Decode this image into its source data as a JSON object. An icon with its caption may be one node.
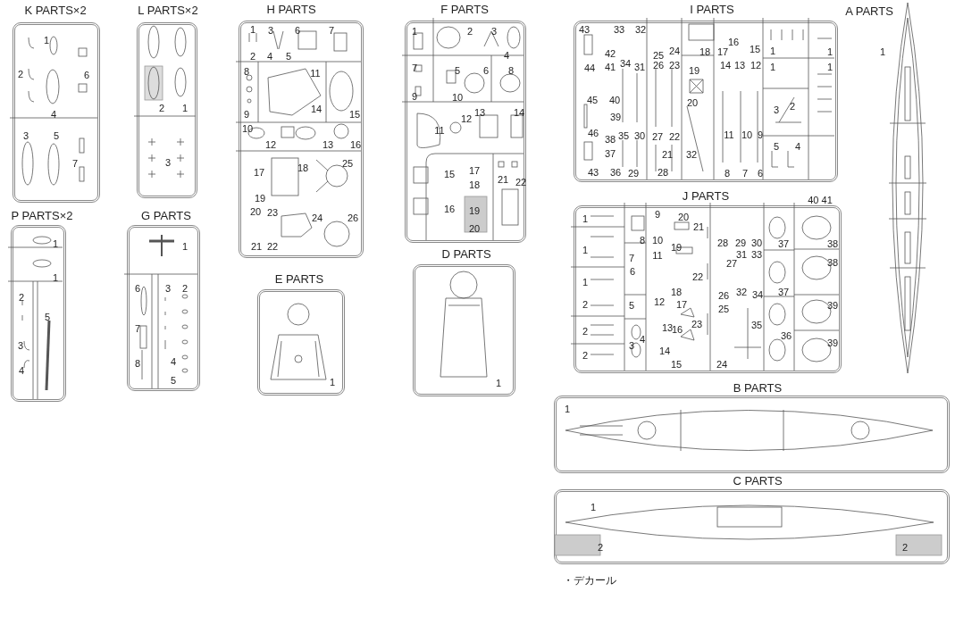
{
  "diagram": {
    "nodes": [
      {
        "text": [
          "K PARTS×2"
        ]
      },
      {
        "text": [
          "L PARTS×2"
        ]
      },
      {
        "text": [
          "H PARTS"
        ]
      },
      {
        "text": [
          "F PARTS"
        ]
      },
      {
        "text": [
          "I PARTS"
        ]
      },
      {
        "text": [
          "A PARTS"
        ],
        "beside": [
          "1"
        ]
      },
      {
        "text": [
          "J PARTS"
        ]
      },
      {
        "text": [
          "P PARTS×2"
        ]
      },
      {
        "text": [
          "G PARTS"
        ]
      },
      {
        "text": [
          "E PARTS"
        ]
      },
      {
        "text": [
          "D PARTS"
        ]
      },
      {
        "text": [
          "B PARTS"
        ]
      },
      {
        "text": [
          "C PARTS"
        ]
      }
    ],
    "labels": [
      "1",
      "2",
      "6",
      "4",
      "3",
      "5",
      "7",
      "2",
      "1",
      "3",
      "1",
      "3",
      "6",
      "7",
      "2",
      "4",
      "5",
      "8",
      "11",
      "14",
      "9",
      "15",
      "10",
      "12",
      "13",
      "16",
      "25",
      "18",
      "17",
      "19",
      "20",
      "23",
      "24",
      "26",
      "21",
      "22",
      "1",
      "2",
      "3",
      "4",
      "7",
      "5",
      "6",
      "8",
      "9",
      "10",
      "13",
      "14",
      "12",
      "11",
      "15",
      "17",
      "18",
      "21",
      "22",
      "16",
      "19",
      "20",
      "43",
      "33",
      "32",
      "42",
      "44",
      "41",
      "34",
      "31",
      "45",
      "40",
      "39",
      "46",
      "38",
      "35",
      "30",
      "37",
      "43",
      "36",
      "29",
      "25",
      "24",
      "26",
      "23",
      "27",
      "22",
      "21",
      "28",
      "18",
      "19",
      "20",
      "32",
      "16",
      "17",
      "15",
      "14",
      "13",
      "12",
      "11",
      "10",
      "9",
      "8",
      "7",
      "6",
      "1",
      "1",
      "2",
      "3",
      "5",
      "4",
      "1",
      "1",
      "40 41",
      "1",
      "1",
      "1",
      "2",
      "2",
      "2",
      "8",
      "7",
      "6",
      "5",
      "4",
      "3",
      "9",
      "20",
      "21",
      "10",
      "19",
      "11",
      "22",
      "18",
      "12",
      "17",
      "23",
      "13",
      "16",
      "14",
      "15",
      "28",
      "29",
      "30",
      "31",
      "33",
      "27",
      "26",
      "32",
      "34",
      "25",
      "35",
      "24",
      "37",
      "37",
      "36",
      "38",
      "38",
      "39",
      "39",
      "1",
      "1",
      "2",
      "5",
      "3",
      "4",
      "1",
      "6",
      "3",
      "2",
      "7",
      "8",
      "4",
      "5",
      "1",
      "1",
      "1",
      "1",
      "2",
      "2",
      "・デカール"
    ]
  }
}
